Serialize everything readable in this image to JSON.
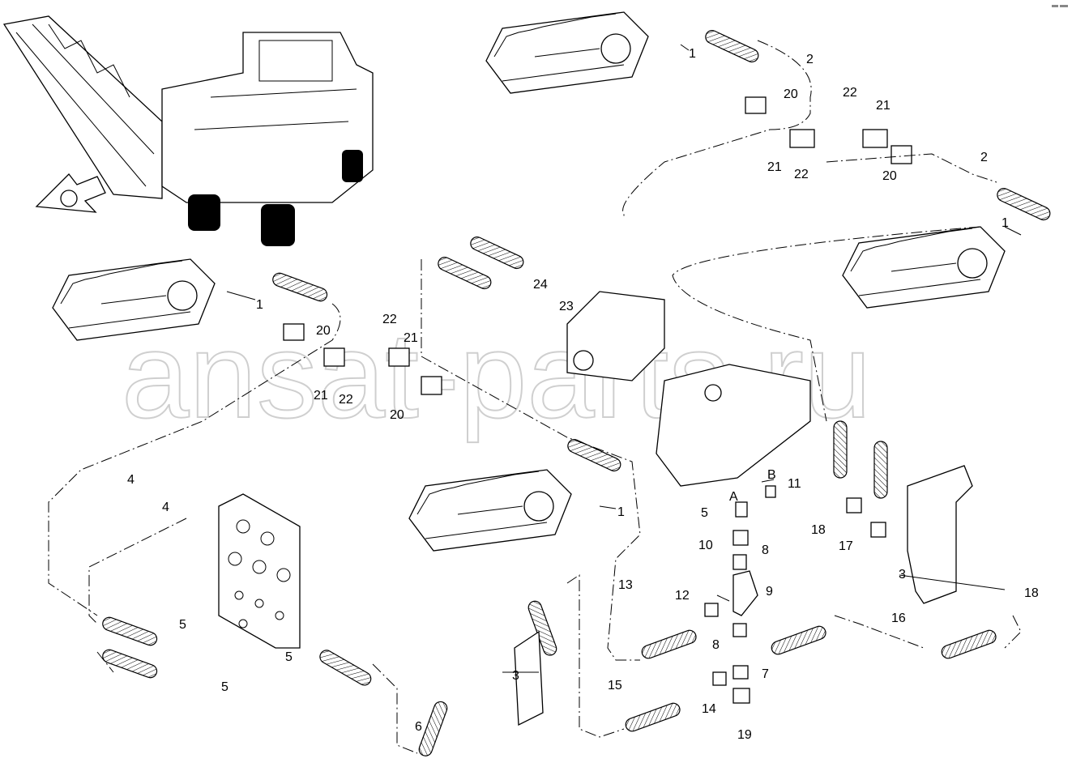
{
  "watermark": "ansat-parts.ru",
  "callouts": [
    "1",
    "2",
    "20",
    "22",
    "21",
    "21",
    "22",
    "20",
    "2",
    "1",
    "24",
    "23",
    "1",
    "22",
    "20",
    "21",
    "21",
    "22",
    "20",
    "4",
    "4",
    "1",
    "B",
    "11",
    "A",
    "5",
    "10",
    "8",
    "9",
    "13",
    "12",
    "3",
    "18",
    "18",
    "17",
    "16",
    "5",
    "5",
    "5",
    "8",
    "7",
    "3",
    "15",
    "14",
    "19",
    "6"
  ]
}
